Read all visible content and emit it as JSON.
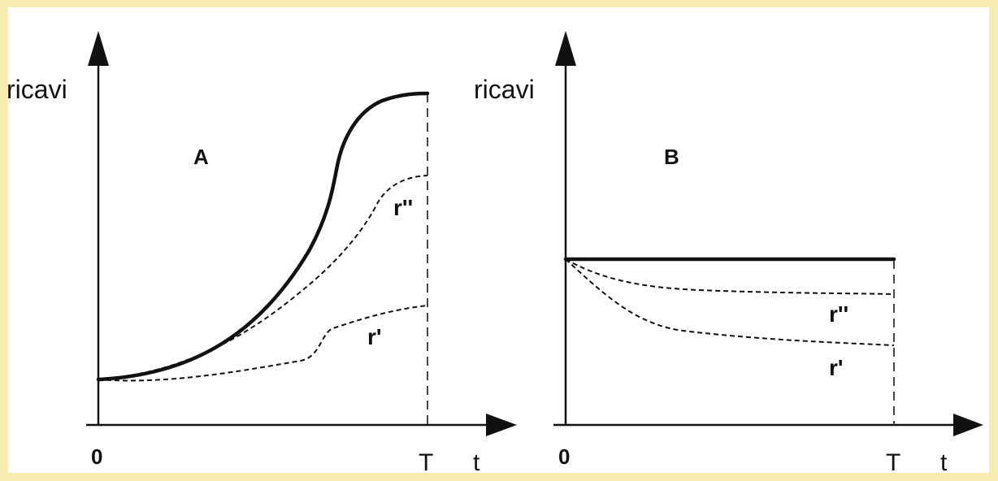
{
  "panels": [
    {
      "id": "A",
      "panel_label": "A",
      "y_label": "ricavi",
      "origin_label": "0",
      "end_label": "T",
      "x_label": "t",
      "curve_labels": {
        "r_double": "r''",
        "r_single": "r'"
      }
    },
    {
      "id": "B",
      "panel_label": "B",
      "y_label": "ricavi",
      "origin_label": "0",
      "end_label": "T",
      "x_label": "t",
      "curve_labels": {
        "r_double": "r''",
        "r_single": "r'"
      }
    }
  ],
  "colors": {
    "background": "#f6ebb1",
    "panel": "#ffffff",
    "ink": "#111111"
  }
}
